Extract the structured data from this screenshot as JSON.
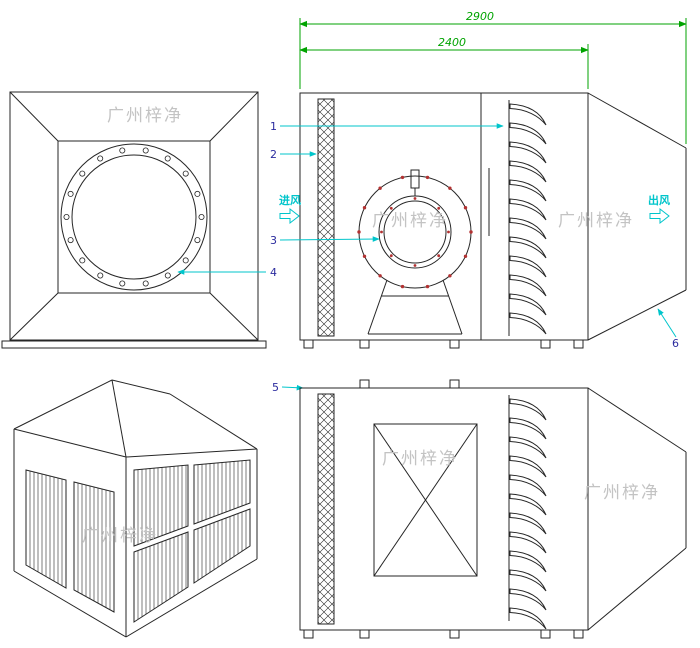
{
  "watermark": "广州梓净",
  "dimensions": {
    "overall": "2900",
    "inner": "2400"
  },
  "callouts": {
    "c1": "1",
    "c2": "2",
    "c3": "3",
    "c4": "4",
    "c5": "5",
    "c6": "6"
  },
  "flow": {
    "inlet": "进风",
    "outlet": "出风"
  },
  "colors": {
    "line": "#262626",
    "dim": "#00a300",
    "leader": "#00c5cb",
    "callout": "#2b2b9e",
    "watermark": "#c3c3c3",
    "rivet": "#b23131",
    "background": "#ffffff"
  }
}
